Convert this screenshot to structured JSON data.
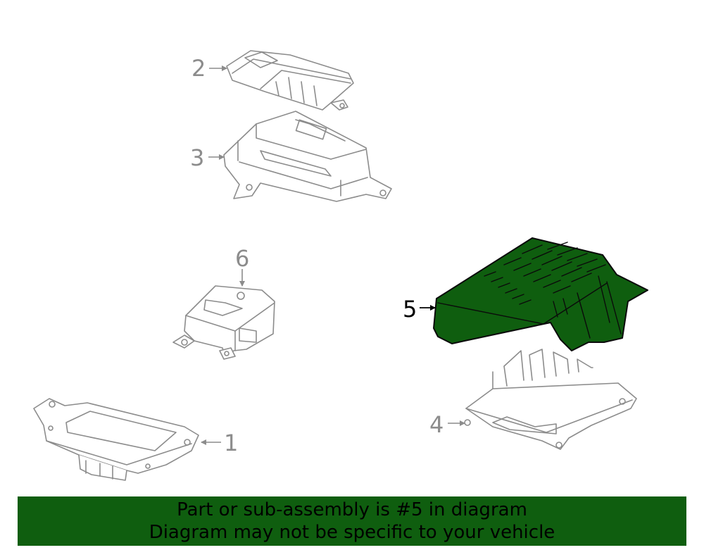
{
  "colors": {
    "highlight": "#0f5e0f",
    "banner": "#0f5e0f",
    "part_outline": "#8c8c8c",
    "callout_highlight": "#000000"
  },
  "callouts": {
    "c1": "1",
    "c2": "2",
    "c3": "3",
    "c4": "4",
    "c5": "5",
    "c6": "6"
  },
  "highlighted_part": "5",
  "banner": {
    "line1": "Part or sub-assembly is #5 in diagram",
    "line2": "Diagram may not be specific to your vehicle"
  }
}
